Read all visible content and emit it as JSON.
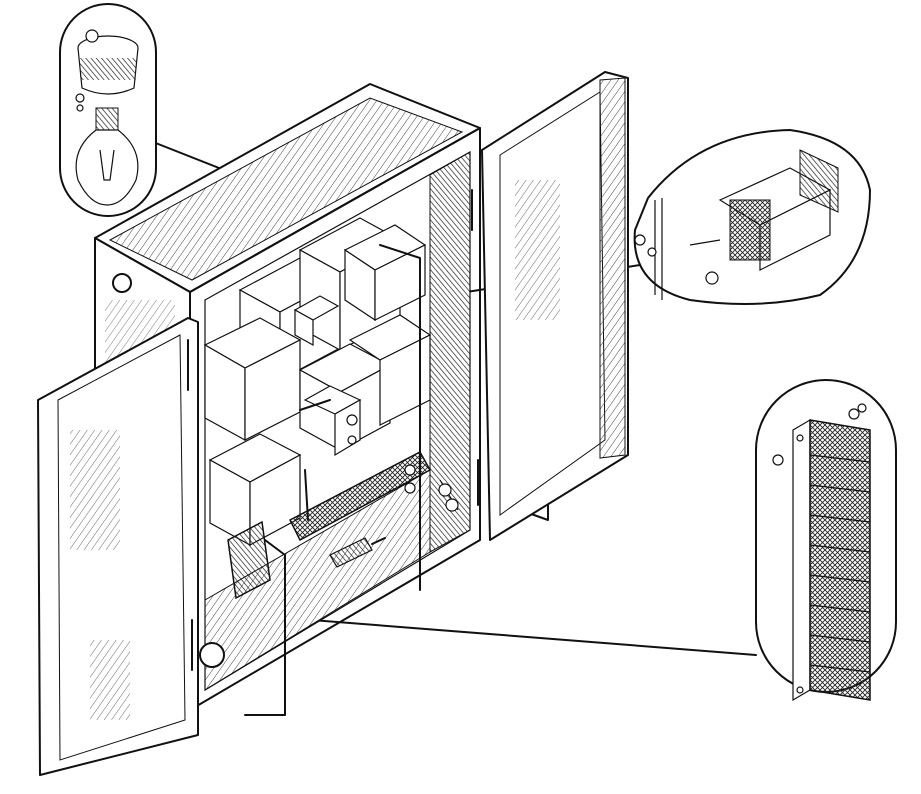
{
  "figure": {
    "text_labels": [],
    "colors": {
      "ink": "#111111",
      "paper": "#ffffff",
      "hatch": "#444444"
    },
    "parts": [
      "open-relay-cabinet",
      "left-door",
      "right-door",
      "relay-blocks",
      "terminal-strip",
      "lamp-socket-inset",
      "relay-contact-inset",
      "terminal-block-inset"
    ]
  }
}
